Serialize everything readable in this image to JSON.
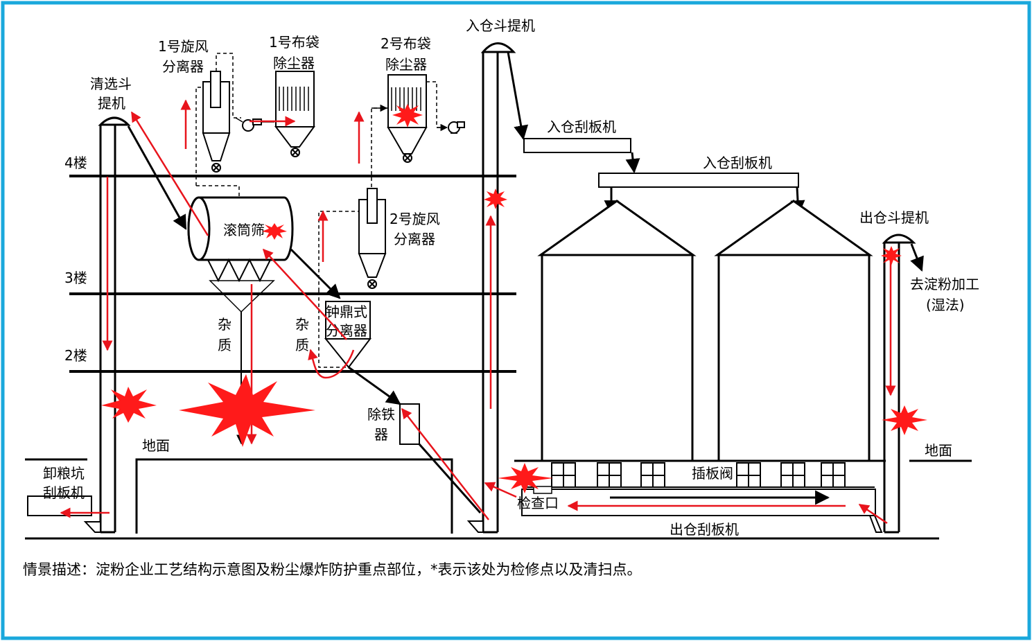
{
  "labels": {
    "cleaning_elevator": [
      "清选斗",
      "提机"
    ],
    "cyclone1": [
      "1号旋风",
      "分离器"
    ],
    "bag1": [
      "1号布袋",
      "除尘器"
    ],
    "bag2": [
      "2号布袋",
      "除尘器"
    ],
    "inbound_elevator": "入仓斗提机",
    "inbound_scraper1": "入仓刮板机",
    "inbound_scraper2": "入仓刮板机",
    "floor4": "4楼",
    "floor3": "3楼",
    "floor2": "2楼",
    "drum_screen": "滚筒筛",
    "cyclone2": [
      "2号旋风",
      "分离器"
    ],
    "outbound_elevator": "出仓斗提机",
    "to_starch": "去淀粉加工",
    "wet_method": "(湿法)",
    "impurity1": [
      "杂",
      "质"
    ],
    "impurity2": [
      "杂",
      "质"
    ],
    "bell_separator": [
      "钟鼎式",
      "分离器"
    ],
    "iron_remover": [
      "除铁",
      "器"
    ],
    "ground_left": "地面",
    "ground_right": "地面",
    "unload_pit": [
      "卸粮坑",
      "刮板机"
    ],
    "gate_valve": "插板阀",
    "inspection_port": "检查口",
    "outbound_scraper": "出仓刮板机",
    "caption": "情景描述：淀粉企业工艺结构示意图及粉尘爆炸防护重点部位，*表示该处为检修点以及清扫点。"
  },
  "colors": {
    "frame": "#1aa8dc",
    "line": "#000000",
    "flow": "#e8141c",
    "explosion": "#ff1a1a"
  }
}
